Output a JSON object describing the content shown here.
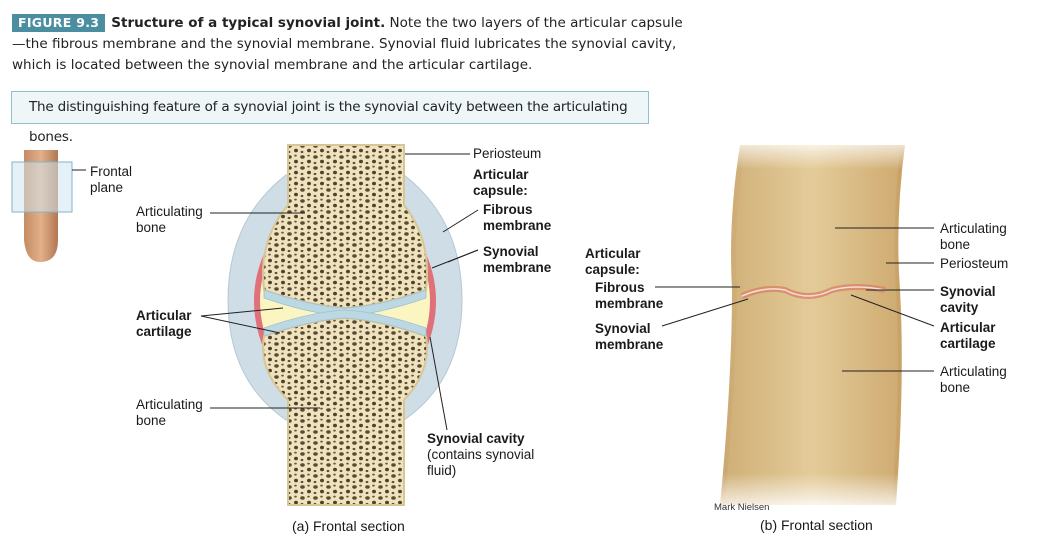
{
  "caption": {
    "badge": "FIGURE 9.3",
    "title": "Structure of a typical synovial joint.",
    "text": "Note the two layers of the articular capsule—the fibrous membrane and the synovial membrane. Synovial fluid lubricates the synovial cavity, which is located between the synovial membrane and the articular cartilage."
  },
  "key_statement": "The distinguishing feature of a synovial joint is the synovial cavity between the articulating bones.",
  "panel_a": {
    "inset_label": "Frontal\nplane",
    "labels": {
      "periosteum": "Periosteum",
      "articular_capsule": "Articular\ncapsule:",
      "fibrous_membrane": "Fibrous\nmembrane",
      "synovial_membrane": "Synovial\nmembrane",
      "articulating_bone_top": "Articulating\nbone",
      "articular_cartilage": "Articular\ncartilage",
      "articulating_bone_bottom": "Articulating\nbone",
      "synovial_cavity": "Synovial cavity",
      "synovial_cavity_note": "(contains synovial\nfluid)"
    },
    "subtitle": "(a) Frontal section"
  },
  "panel_b": {
    "labels": {
      "articular_capsule": "Articular\ncapsule:",
      "fibrous_membrane": "Fibrous\nmembrane",
      "synovial_membrane": "Synovial\nmembrane",
      "articulating_bone_top": "Articulating\nbone",
      "periosteum": "Periosteum",
      "synovial_cavity": "Synovial\ncavity",
      "articular_cartilage": "Articular\ncartilage",
      "articulating_bone_bottom": "Articulating\nbone"
    },
    "credit": "Mark Nielsen",
    "subtitle": "(b) Frontal section"
  },
  "colors": {
    "accent": "#4a8ea0",
    "capsule": "#cfdde6",
    "cartilage": "#bcd8e2",
    "synovial_fluid": "#fbf5c2",
    "synovial_membrane": "#e0707a",
    "bone": "#e8d7ad"
  }
}
